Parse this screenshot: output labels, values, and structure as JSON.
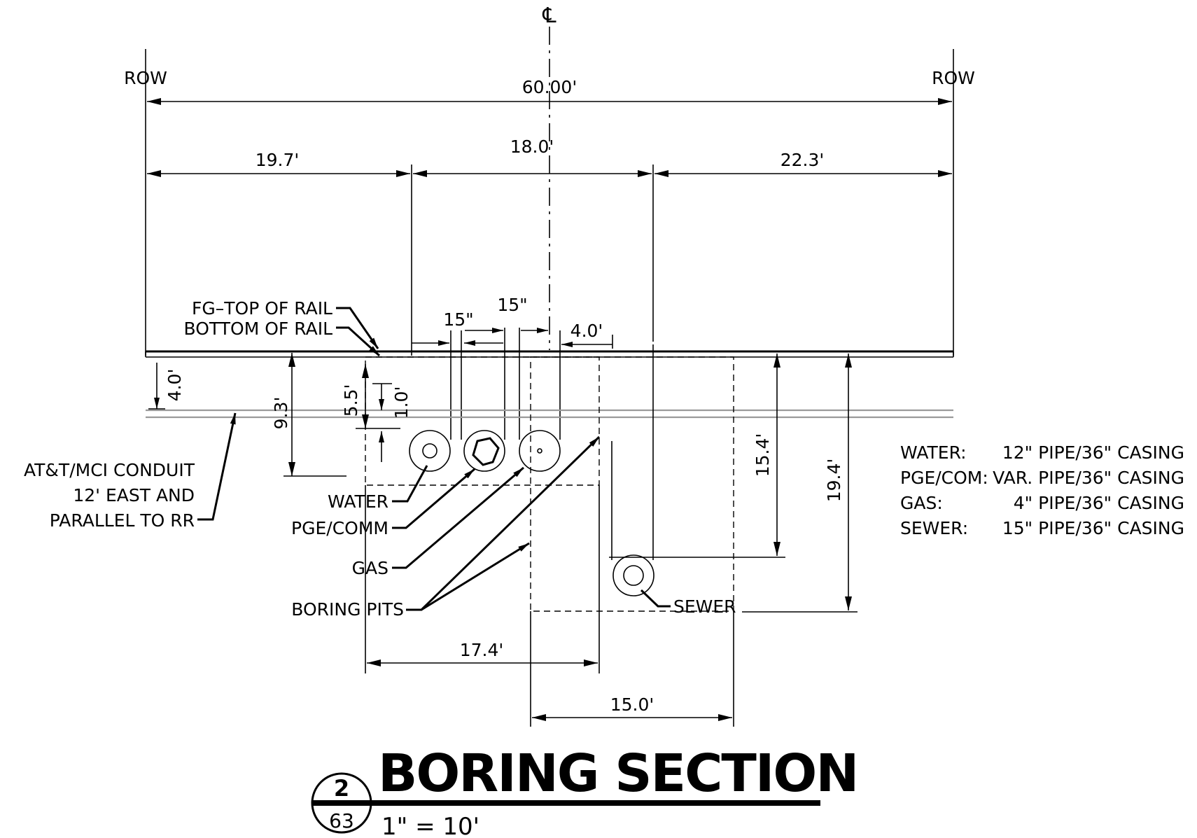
{
  "centerline_symbol": "℄",
  "row_left": "ROW",
  "row_right": "ROW",
  "dimensions": {
    "total_width": "60.00'",
    "left_offset": "19.7'",
    "middle_width": "18.0'",
    "right_offset": "22.3'",
    "spacing_a": "15\"",
    "spacing_b": "15\"",
    "offset_cl": "4.0'",
    "conduit_depth": "4.0'",
    "bottom_depth": "9.3'",
    "rail_to_pipe": "5.5'",
    "pipe_clearance": "1.0'",
    "sewer_depth": "15.4'",
    "pit_depth": "19.4'",
    "pit_width_a": "17.4'",
    "pit_width_b": "15.0'"
  },
  "labels": {
    "top_of_rail": "FG–TOP OF RAIL",
    "bottom_of_rail": "BOTTOM OF RAIL",
    "conduit_line1": "AT&T/MCI CONDUIT",
    "conduit_line2": "12' EAST AND",
    "conduit_line3": "PARALLEL TO RR",
    "water": "WATER",
    "pge_comm": "PGE/COMM",
    "gas": "GAS",
    "boring_pits": "BORING PITS",
    "sewer": "SEWER"
  },
  "legend": [
    {
      "name": "WATER:",
      "desc": "12\" PIPE/36\" CASING"
    },
    {
      "name": "PGE/COM:",
      "desc": "VAR. PIPE/36\" CASING"
    },
    {
      "name": "GAS:",
      "desc": "4\" PIPE/36\" CASING"
    },
    {
      "name": "SEWER:",
      "desc": "15\" PIPE/36\" CASING"
    }
  ],
  "title_block": {
    "title": "BORING SECTION",
    "section_number": "2",
    "sheet_number": "63",
    "scale": "1\" = 10'"
  }
}
